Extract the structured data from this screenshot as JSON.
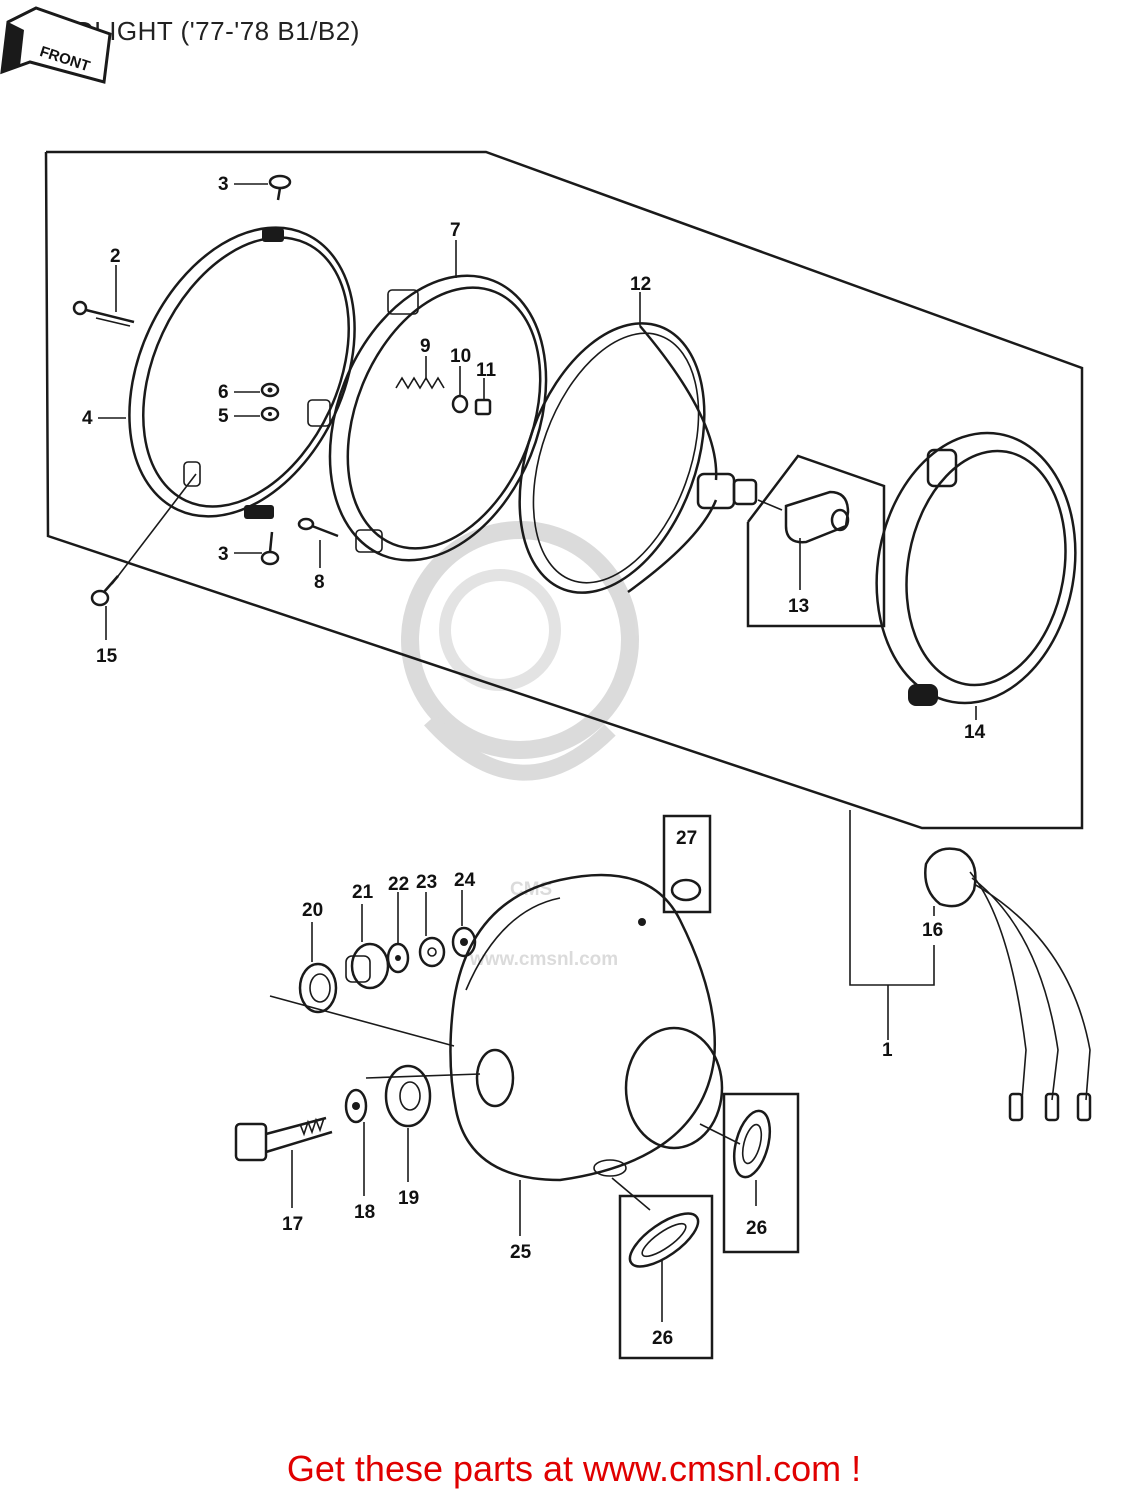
{
  "title": "HEADLIGHT ('77-'78 B1/B2)",
  "front_arrow_label": "FRONT",
  "promo_text": "Get these parts at www.cmsnl.com !",
  "watermark": {
    "brand": "CMS",
    "url": "www.cmsnl.com"
  },
  "callouts": {
    "n1": "1",
    "n2": "2",
    "n3a": "3",
    "n3b": "3",
    "n4": "4",
    "n5": "5",
    "n6": "6",
    "n7": "7",
    "n8": "8",
    "n9": "9",
    "n10": "10",
    "n11": "11",
    "n12": "12",
    "n13": "13",
    "n14": "14",
    "n15": "15",
    "n16": "16",
    "n17": "17",
    "n18": "18",
    "n19": "19",
    "n20": "20",
    "n21": "21",
    "n22": "22",
    "n23": "23",
    "n24": "24",
    "n25": "25",
    "n26a": "26",
    "n26b": "26",
    "n27": "27"
  },
  "colors": {
    "promo": "#e00000",
    "line": "#1a1a1a",
    "watermark": "#d8d8d8"
  }
}
